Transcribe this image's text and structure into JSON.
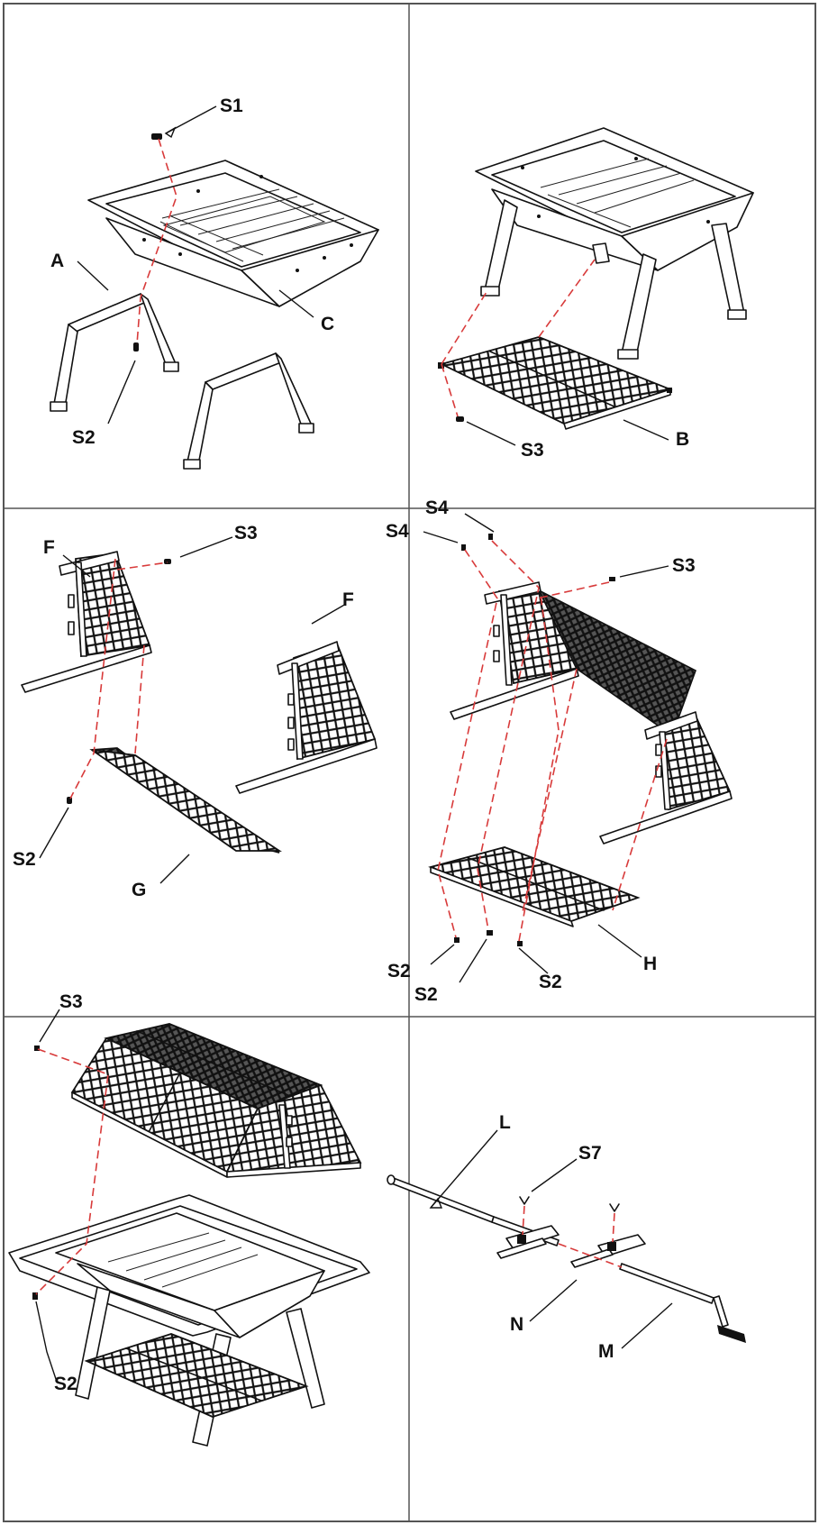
{
  "panels": [
    {
      "id": "p1",
      "labels": [
        "S1",
        "A",
        "C",
        "S2"
      ]
    },
    {
      "id": "p2",
      "labels": [
        "S3",
        "B"
      ]
    },
    {
      "id": "p3",
      "labels": [
        "F",
        "S3",
        "F",
        "S2",
        "G"
      ]
    },
    {
      "id": "p4",
      "labels": [
        "S4",
        "S4",
        "S3",
        "S2",
        "S2",
        "S2",
        "H"
      ]
    },
    {
      "id": "p5",
      "labels": [
        "S3",
        "S2"
      ]
    },
    {
      "id": "p6",
      "labels": [
        "L",
        "S7",
        "N",
        "M"
      ]
    }
  ],
  "colors": {
    "ink": "#111111",
    "guide": "#d83a3a",
    "border": "#555555",
    "background": "#ffffff"
  },
  "icons": [
    "bolt-icon",
    "nut-icon",
    "crank-handle-icon"
  ]
}
